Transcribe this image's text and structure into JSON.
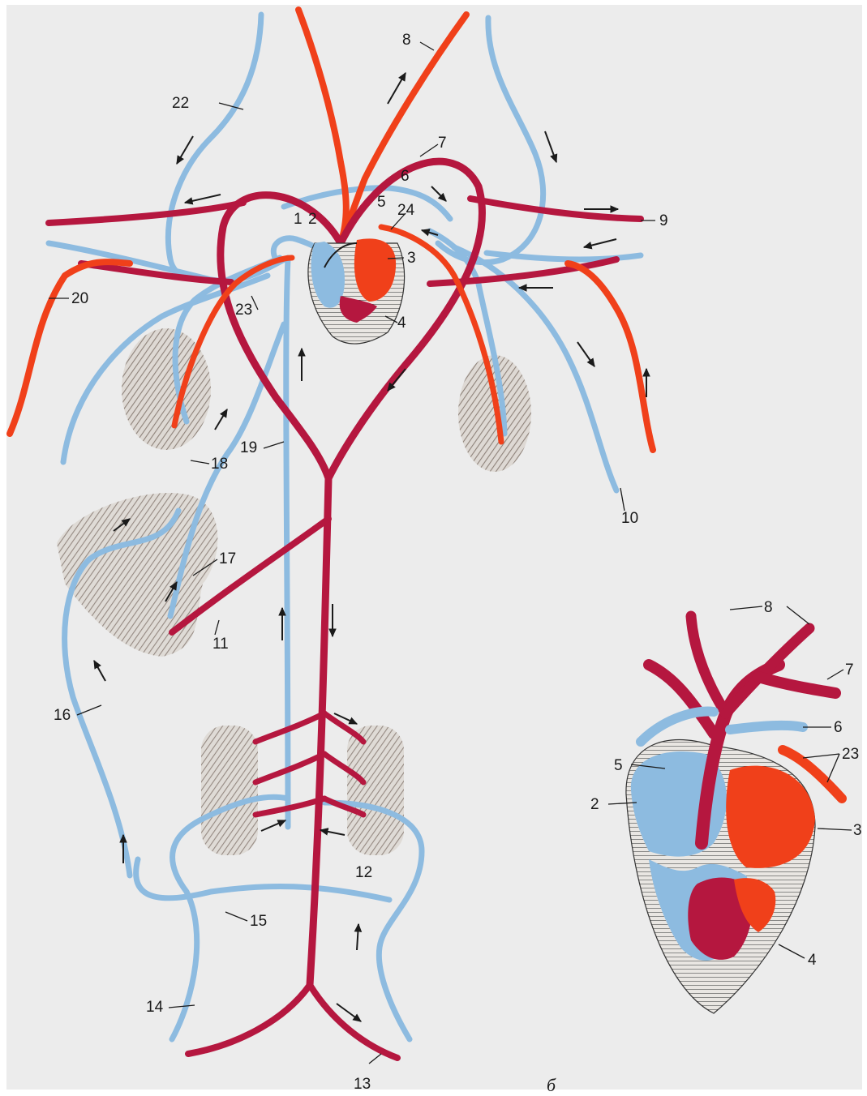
{
  "colors": {
    "paper": "#ececec",
    "vein": "#8dbbe0",
    "vein_light": "#b9d6ef",
    "artery": "#b5173f",
    "artery_bright": "#f0401a",
    "hatch": "#7a6a5e",
    "ink": "#1a1a1a"
  },
  "labels": {
    "l1": "1",
    "l2": "2",
    "l3": "3",
    "l4": "4",
    "l5": "5",
    "l6": "6",
    "l7": "7",
    "l8": "8",
    "l9": "9",
    "l10": "10",
    "l11": "11",
    "l12": "12",
    "l13": "13",
    "l14": "14",
    "l15": "15",
    "l16": "16",
    "l17": "17",
    "l18": "18",
    "l19": "19",
    "l20": "20",
    "l22": "22",
    "l23": "23",
    "l24": "24"
  },
  "inset": {
    "subfigure": "б",
    "l2": "2",
    "l3": "3",
    "l4": "4",
    "l5": "5",
    "l6": "6",
    "l7": "7",
    "l8": "8",
    "l23": "23"
  }
}
